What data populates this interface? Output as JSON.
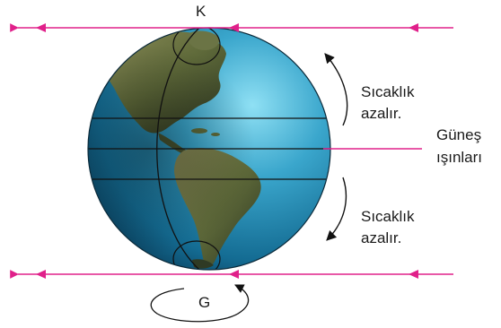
{
  "labels": {
    "north": "K",
    "south": "G",
    "upper_note_line1": "Sıcaklık",
    "upper_note_line2": "azalır.",
    "lower_note_line1": "Sıcaklık",
    "lower_note_line2": "azalır.",
    "sun_line1": "Güneş",
    "sun_line2": "ışınları"
  },
  "colors": {
    "sun_rays": "#e0208a",
    "ocean_light": "#6cc8e4",
    "ocean_mid": "#1d8ab0",
    "ocean_dark": "#0a3550",
    "land_light": "#8a8a52",
    "land_dark": "#2e3a20",
    "outline": "#111111"
  }
}
